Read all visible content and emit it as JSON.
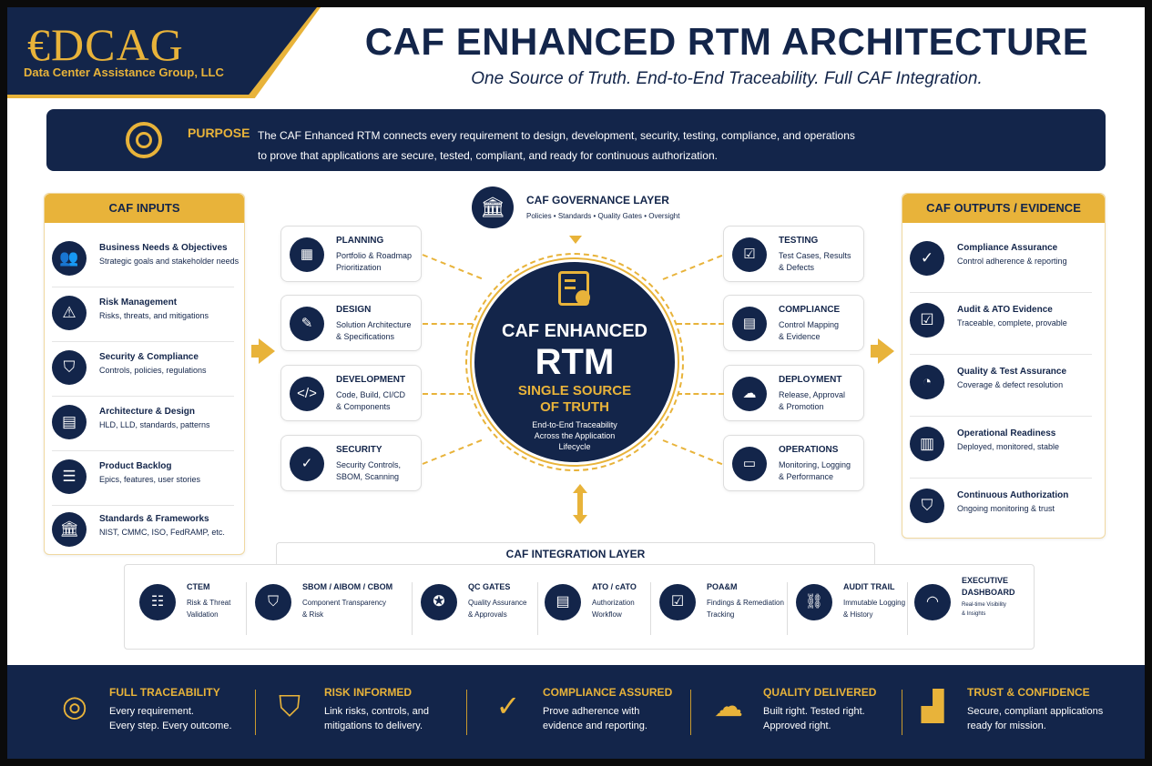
{
  "header": {
    "logo_mark": "€DCAG",
    "logo_sub": "Data Center Assistance Group, LLC",
    "title": "CAF ENHANCED RTM ARCHITECTURE",
    "subtitle": "One Source of Truth. End-to-End Traceability. Full CAF Integration."
  },
  "purpose": {
    "label": "PURPOSE",
    "line1": "The CAF Enhanced RTM connects every requirement to design, development, security, testing, compliance, and operations",
    "line2": "to prove that applications are secure, tested, compliant, and ready for continuous authorization."
  },
  "governance": {
    "title": "CAF GOVERNANCE LAYER",
    "sub": "Policies • Standards • Quality Gates • Oversight"
  },
  "inputs": {
    "title": "CAF INPUTS",
    "items": [
      {
        "title": "Business Needs & Objectives",
        "desc": "Strategic goals and stakeholder needs",
        "icon": "people-icon"
      },
      {
        "title": "Risk Management",
        "desc": "Risks, threats, and mitigations",
        "icon": "warning-icon"
      },
      {
        "title": "Security & Compliance",
        "desc": "Controls, policies, regulations",
        "icon": "shield-icon"
      },
      {
        "title": "Architecture & Design",
        "desc": "HLD, LLD, standards, patterns",
        "icon": "document-icon"
      },
      {
        "title": "Product Backlog",
        "desc": "Epics, features, user stories",
        "icon": "backlog-icon"
      },
      {
        "title": "Standards & Frameworks",
        "desc": "NIST, CMMC, ISO, FedRAMP, etc.",
        "icon": "building-icon"
      }
    ]
  },
  "outputs": {
    "title": "CAF OUTPUTS / EVIDENCE",
    "items": [
      {
        "title": "Compliance Assurance",
        "desc": "Control adherence & reporting",
        "icon": "shield-check-icon"
      },
      {
        "title": "Audit & ATO Evidence",
        "desc": "Traceable, complete, provable",
        "icon": "clipboard-check-icon"
      },
      {
        "title": "Quality & Test Assurance",
        "desc": "Coverage & defect resolution",
        "icon": "pie-chart-icon"
      },
      {
        "title": "Operational Readiness",
        "desc": "Deployed, monitored, stable",
        "icon": "bar-chart-icon"
      },
      {
        "title": "Continuous Authorization",
        "desc": "Ongoing monitoring & trust",
        "icon": "shield-lock-icon"
      }
    ]
  },
  "phases_left": [
    {
      "title": "PLANNING",
      "l1": "Portfolio & Roadmap",
      "l2": "Prioritization",
      "icon": "clipboard-icon"
    },
    {
      "title": "DESIGN",
      "l1": "Solution Architecture",
      "l2": "& Specifications",
      "icon": "pencil-icon"
    },
    {
      "title": "DEVELOPMENT",
      "l1": "Code, Build, CI/CD",
      "l2": "& Components",
      "icon": "code-icon"
    },
    {
      "title": "SECURITY",
      "l1": "Security Controls,",
      "l2": "SBOM, Scanning",
      "icon": "shield-check-icon"
    }
  ],
  "phases_right": [
    {
      "title": "TESTING",
      "l1": "Test Cases, Results",
      "l2": "& Defects",
      "icon": "checkbox-icon"
    },
    {
      "title": "COMPLIANCE",
      "l1": "Control Mapping",
      "l2": "& Evidence",
      "icon": "document-shield-icon"
    },
    {
      "title": "DEPLOYMENT",
      "l1": "Release, Approval",
      "l2": "& Promotion",
      "icon": "cloud-upload-icon"
    },
    {
      "title": "OPERATIONS",
      "l1": "Monitoring, Logging",
      "l2": "& Performance",
      "icon": "monitor-icon"
    }
  ],
  "hub": {
    "line1": "CAF ENHANCED",
    "line2": "RTM",
    "line3a": "SINGLE SOURCE",
    "line3b": "OF TRUTH",
    "line4a": "End-to-End Traceability",
    "line4b": "Across the Application",
    "line4c": "Lifecycle"
  },
  "integration": {
    "title": "CAF INTEGRATION LAYER",
    "items": [
      {
        "title": "CTEM",
        "l1": "Risk & Threat",
        "l2": "Validation",
        "icon": "database-icon"
      },
      {
        "title": "SBOM / AIBOM / CBOM",
        "l1": "Component Transparency",
        "l2": "& Risk",
        "icon": "shield-icon"
      },
      {
        "title": "QC GATES",
        "l1": "Quality Assurance",
        "l2": "& Approvals",
        "icon": "badge-icon"
      },
      {
        "title": "ATO / cATO",
        "l1": "Authorization",
        "l2": "Workflow",
        "icon": "document-icon"
      },
      {
        "title": "POA&M",
        "l1": "Findings & Remediation",
        "l2": "Tracking",
        "icon": "clipboard-icon"
      },
      {
        "title": "AUDIT TRAIL",
        "l1": "Immutable Logging",
        "l2": "& History",
        "icon": "link-icon"
      },
      {
        "title": "EXECUTIVE",
        "title2": "DASHBOARD",
        "l1": "Real-time Visibility",
        "l2": "& Insights",
        "icon": "gauge-icon"
      }
    ]
  },
  "footer": [
    {
      "title": "FULL TRACEABILITY",
      "l1": "Every requirement.",
      "l2": "Every step. Every outcome.",
      "icon": "target-icon"
    },
    {
      "title": "RISK INFORMED",
      "l1": "Link risks, controls, and",
      "l2": "mitigations to delivery.",
      "icon": "shield-check-icon"
    },
    {
      "title": "COMPLIANCE ASSURED",
      "l1": "Prove adherence with",
      "l2": "evidence and reporting.",
      "icon": "check-circle-icon"
    },
    {
      "title": "QUALITY DELIVERED",
      "l1": "Built right. Tested right.",
      "l2": "Approved right.",
      "icon": "cloud-upload-icon"
    },
    {
      "title": "TRUST & CONFIDENCE",
      "l1": "Secure, compliant applications",
      "l2": "ready for mission.",
      "icon": "growth-chart-icon"
    }
  ],
  "colors": {
    "navy": "#13254a",
    "gold": "#e8b33a"
  }
}
